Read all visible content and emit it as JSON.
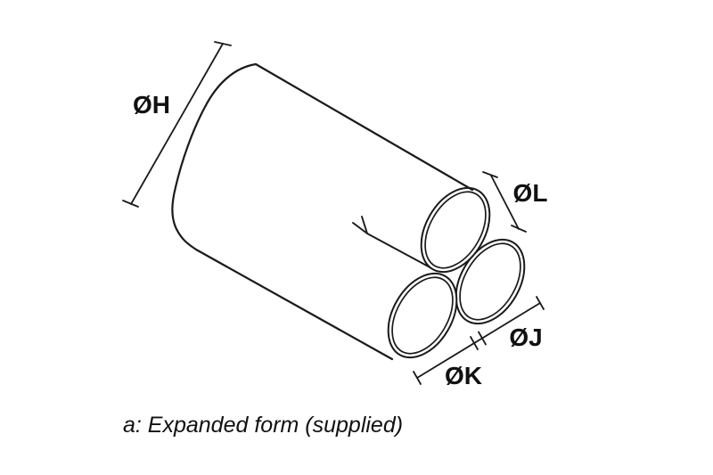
{
  "diagram": {
    "dim_labels": {
      "h": "ØH",
      "l": "ØL",
      "j": "ØJ",
      "k": "ØK"
    },
    "caption": "a: Expanded form (supplied)"
  },
  "colors": {
    "line-color": "#1a1a1a",
    "text-color": "#111111",
    "bg-color": "#ffffff"
  }
}
